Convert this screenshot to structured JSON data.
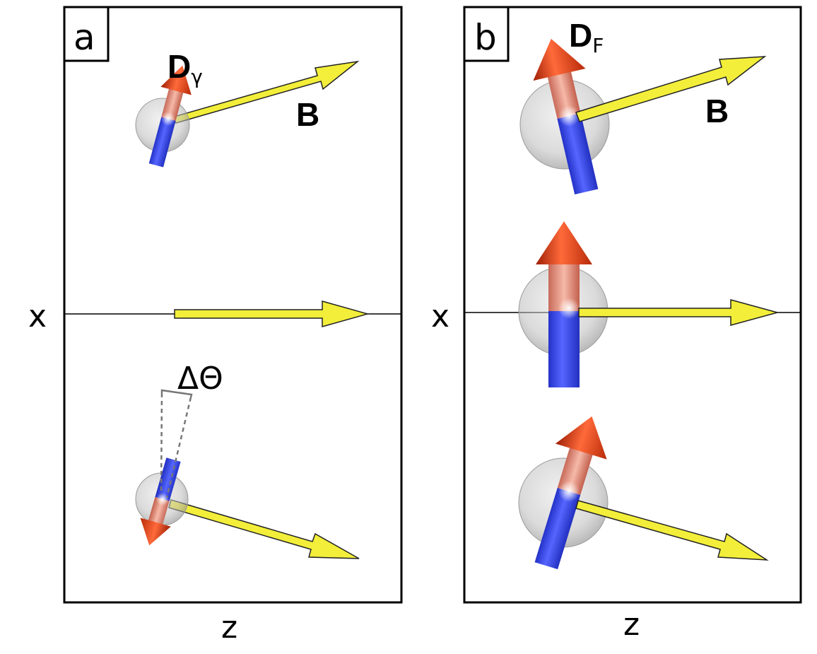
{
  "panels": [
    {
      "id": "a",
      "tag": "a",
      "x_axis": "x",
      "z_axis": "z",
      "dipole_symbol": "D",
      "dipole_subscript": "γ",
      "field_label": "B",
      "angle_label": "ΔΘ"
    },
    {
      "id": "b",
      "tag": "b",
      "x_axis": "x",
      "z_axis": "z",
      "dipole_symbol": "D",
      "dipole_subscript": "F",
      "field_label": "B"
    }
  ],
  "colors": {
    "field_arrow": "#f2ee3a",
    "dipole_head": "#dd3a10",
    "dipole_tail": "#2f3fe6",
    "sphere": "#c8c8c8",
    "frame": "#000000"
  }
}
